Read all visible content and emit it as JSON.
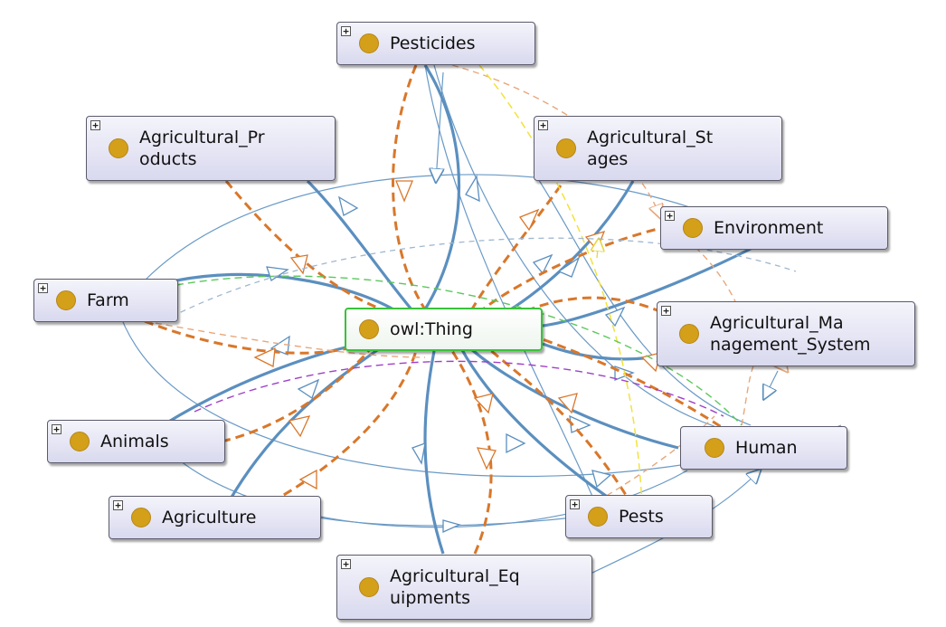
{
  "nodes": [
    {
      "id": "pesticides",
      "label": "Pesticides",
      "expandable": true
    },
    {
      "id": "agri-products",
      "label": "Agricultural_Pr\noducts",
      "expandable": true
    },
    {
      "id": "agri-stages",
      "label": "Agricultural_St\nages",
      "expandable": true
    },
    {
      "id": "environment",
      "label": "Environment",
      "expandable": true
    },
    {
      "id": "farm",
      "label": "Farm",
      "expandable": true
    },
    {
      "id": "owl-thing",
      "label": "owl:Thing",
      "expandable": false
    },
    {
      "id": "agri-mgmt",
      "label": "Agricultural_Ma\nnagement_System",
      "expandable": true
    },
    {
      "id": "animals",
      "label": "Animals",
      "expandable": true
    },
    {
      "id": "human",
      "label": "Human",
      "expandable": false
    },
    {
      "id": "agriculture",
      "label": "Agriculture",
      "expandable": true
    },
    {
      "id": "pests",
      "label": "Pests",
      "expandable": true
    },
    {
      "id": "agri-equip",
      "label": "Agricultural_Eq\nuipments",
      "expandable": true
    }
  ],
  "colors": {
    "subclass": "#5b8fbf",
    "object_property": "#d9772a",
    "thin_blue": "#6a9ac6",
    "yellow": "#f2e23a",
    "green": "#5cc85c",
    "purple": "#a040c8",
    "salmon": "#e8a77a",
    "node_dot": "#d4a019",
    "center_border": "#39c23a"
  }
}
